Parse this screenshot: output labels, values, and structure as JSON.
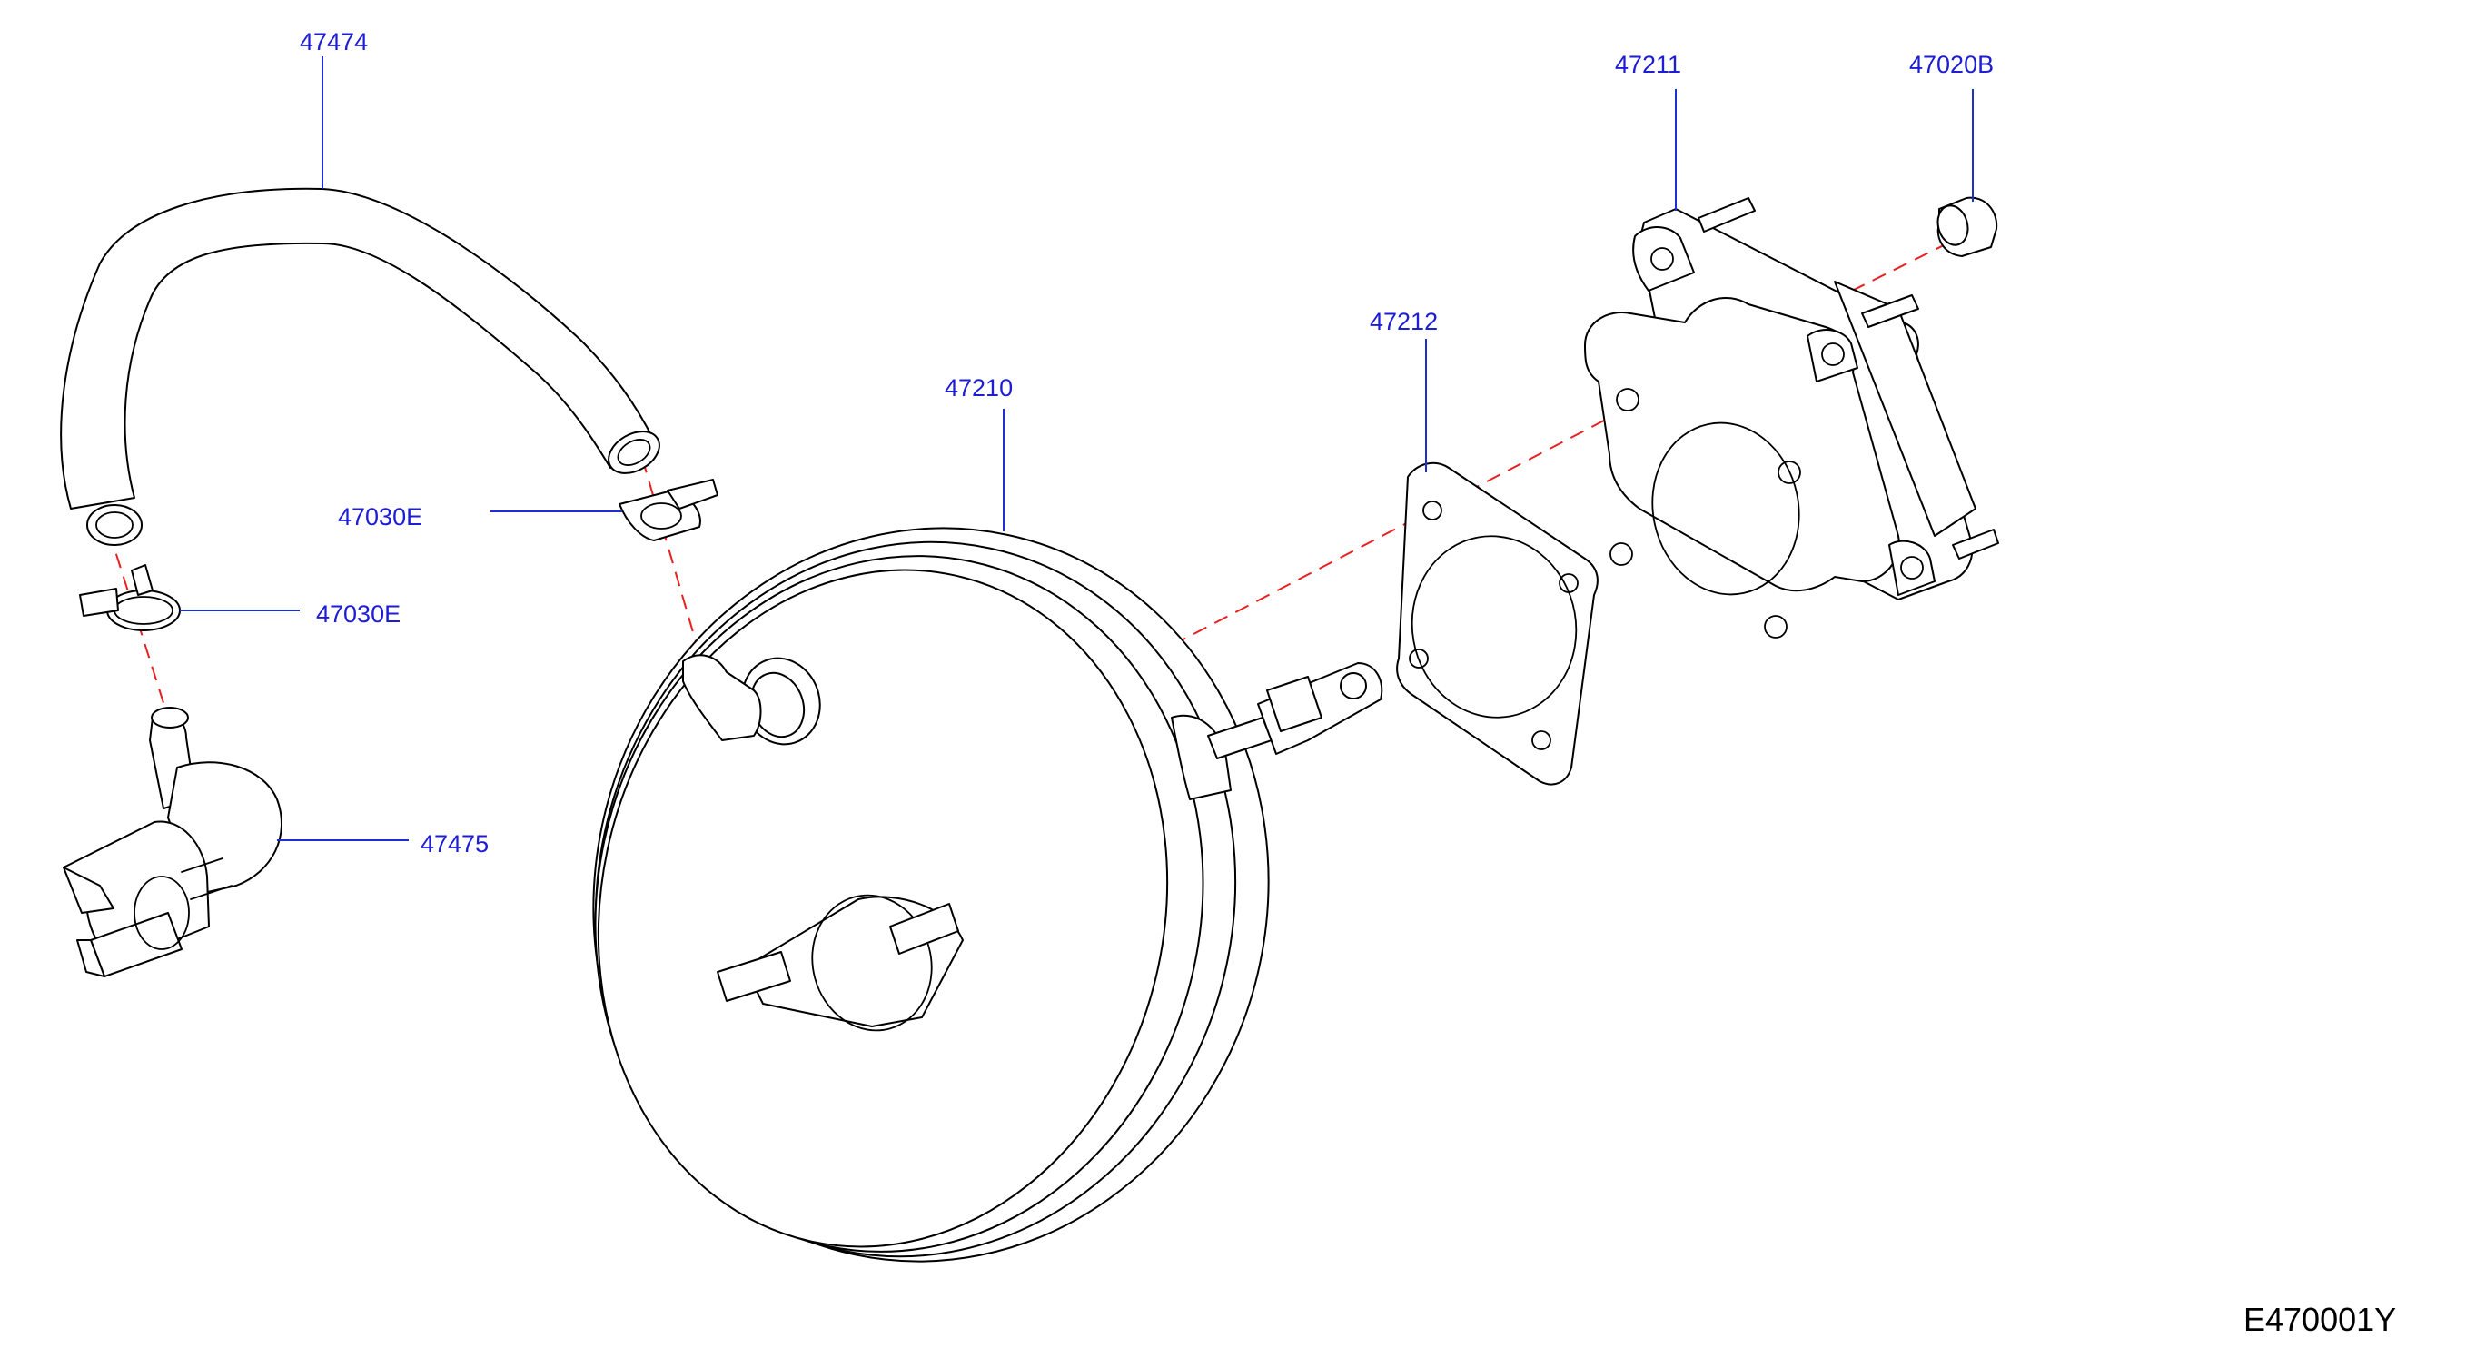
{
  "colors": {
    "label": "#1d1dd6",
    "leader": "#1d2fd1",
    "centerline": "#e82020",
    "line": "#000000"
  },
  "parts": {
    "hose": "47474",
    "clamp_upper": "47030E",
    "clamp_lower": "47030E",
    "check_valve": "47475",
    "booster": "47210",
    "gasket": "47212",
    "spacer": "47211",
    "nut": "47020B"
  },
  "diagram_code": "E470001Y"
}
